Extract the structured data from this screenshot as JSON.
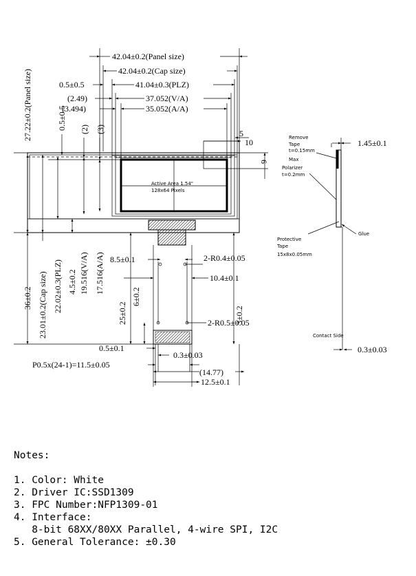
{
  "dims": {
    "panel_w": "42.04±0.2(Panel size)",
    "cap_w": "42.04±0.2(Cap size)",
    "plz_w": "41.04±0.3(PLZ)",
    "off_05": "0.5±0.5",
    "va_off": "(2.49)",
    "aa_off": "(3.494)",
    "va_w": "37.052(V/A)",
    "aa_w": "35.052(A/A)",
    "d5": "5",
    "d10": "10",
    "d6": "6",
    "panel_h": "27.22±0.2(Panel size)",
    "v_off": "0.5±0.5",
    "v2": "(2)",
    "v3": "(3)",
    "total_h": "36±0.2",
    "cap_h": "23.01±0.2(Cap size)",
    "plz_h": "22.02±0.3(PLZ)",
    "d45": "4.5±0.2",
    "va_h": "19.516(V/A)",
    "aa_h": "17.516(A/A)",
    "d85": "8.5±0.1",
    "r04": "2-R0.4±0.05",
    "d104": "10.4±0.1",
    "d25": "25±0.2",
    "d6v": "6±0.2",
    "d3v": "3±0.2",
    "r05": "2-R0.5±0.05",
    "d05b": "0.5±0.1",
    "d03": "0.3±0.03",
    "pitch": "P0.5x(24-1)=11.5±0.05",
    "d1477": "(14.77)",
    "d125": "12.5±0.1",
    "side_145": "1.45±0.1",
    "side_03": "0.3±0.03"
  },
  "labels": {
    "active_area_1": "Active Area 1.54\"",
    "active_area_2": "128x64 Pixels",
    "remove_tape_1": "Remove",
    "remove_tape_2": "Tape",
    "remove_tape_3": "t=0.15mm",
    "remove_tape_4": "Max",
    "polarizer_1": "Polarizer",
    "polarizer_2": "t=0.2mm",
    "protective_1": "Protective",
    "protective_2": "Tape",
    "protective_3": "15x8x0.05mm",
    "glue": "Glue",
    "contact_side": "Contact Side"
  },
  "notes": {
    "title": "Notes:",
    "items": [
      "1. Color: White",
      "2. Driver IC:SSD1309",
      "3. FPC Number:NFP1309-01",
      "4. Interface:",
      "   8-bit 68XX/80XX Parallel, 4-wire SPI, I2C",
      "5. General Tolerance: ±0.30"
    ]
  }
}
